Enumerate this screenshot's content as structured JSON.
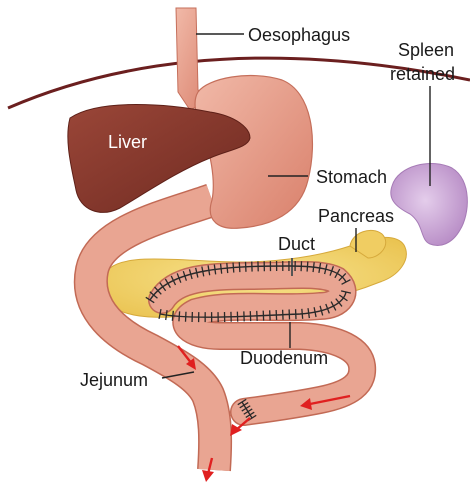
{
  "labels": {
    "oesophagus": "Oesophagus",
    "spleen_line1": "Spleen",
    "spleen_line2": "retained",
    "liver": "Liver",
    "stomach": "Stomach",
    "pancreas": "Pancreas",
    "duct": "Duct",
    "duodenum": "Duodenum",
    "jejunum": "Jejunum"
  },
  "colors": {
    "liver": "#8b3a2e",
    "stomach": "#e7a08e",
    "intestine": "#e59a86",
    "pancreas": "#f3d36a",
    "spleen": "#c9a3d6",
    "flow_arrow": "#e02020",
    "suture": "#2a2a2a",
    "diaphragm": "#6b1f1f"
  }
}
